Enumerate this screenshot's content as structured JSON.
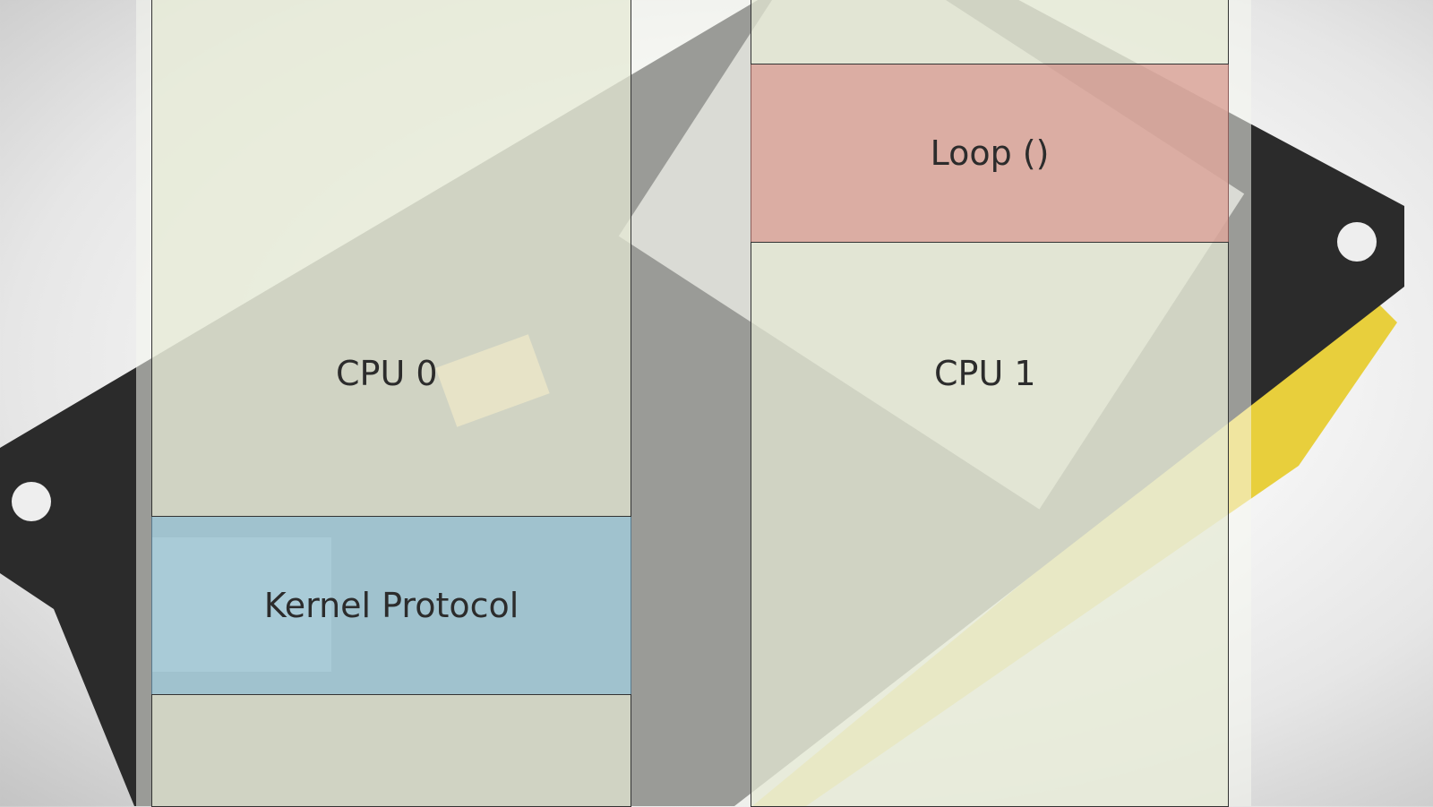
{
  "diagram": {
    "cpu0": {
      "label": "CPU 0",
      "task": {
        "label": "Kernel Protocol",
        "color": "#78b4d7"
      }
    },
    "cpu1": {
      "label": "CPU 1",
      "task": {
        "label": "Loop ()",
        "color": "#d6807a"
      }
    }
  },
  "background": {
    "subject": "dev-board-photo",
    "board_color": "#2a2a2a",
    "header_color": "#f0d840"
  }
}
